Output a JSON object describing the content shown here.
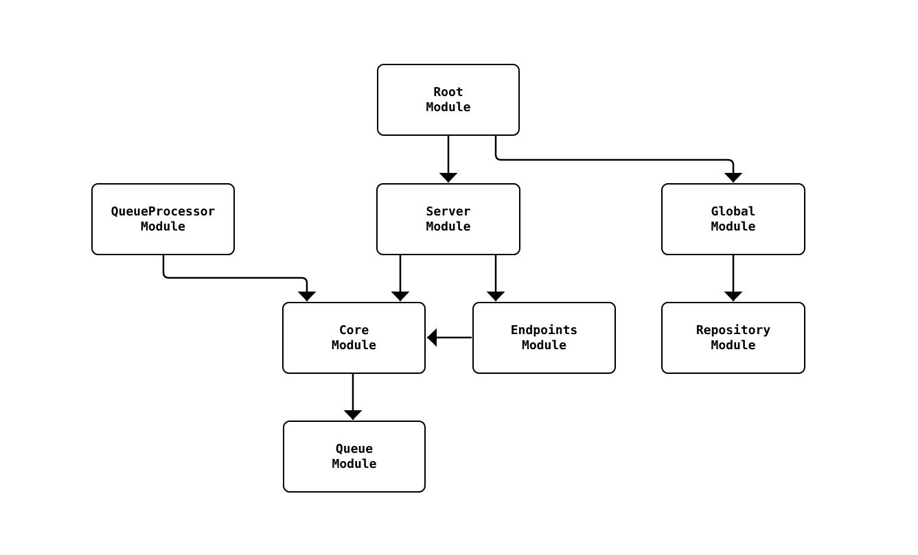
{
  "diagram": {
    "type": "flowchart",
    "direction": "top-down",
    "colors": {
      "background": "#ffffff",
      "node_fill": "#ffffff",
      "node_border": "#000000",
      "edge_stroke": "#000000",
      "text": "#000000"
    },
    "nodes": [
      {
        "id": "root",
        "line1": "Root",
        "line2": "Module"
      },
      {
        "id": "queueprocessor",
        "line1": "QueueProcessor",
        "line2": "Module"
      },
      {
        "id": "server",
        "line1": "Server",
        "line2": "Module"
      },
      {
        "id": "global",
        "line1": "Global",
        "line2": "Module"
      },
      {
        "id": "core",
        "line1": "Core",
        "line2": "Module"
      },
      {
        "id": "endpoints",
        "line1": "Endpoints",
        "line2": "Module"
      },
      {
        "id": "repository",
        "line1": "Repository",
        "line2": "Module"
      },
      {
        "id": "queue",
        "line1": "Queue",
        "line2": "Module"
      }
    ],
    "edges": [
      {
        "from": "root",
        "to": "server"
      },
      {
        "from": "root",
        "to": "global"
      },
      {
        "from": "queueprocessor",
        "to": "core"
      },
      {
        "from": "server",
        "to": "core"
      },
      {
        "from": "server",
        "to": "endpoints"
      },
      {
        "from": "endpoints",
        "to": "core"
      },
      {
        "from": "global",
        "to": "repository"
      },
      {
        "from": "core",
        "to": "queue"
      }
    ]
  }
}
